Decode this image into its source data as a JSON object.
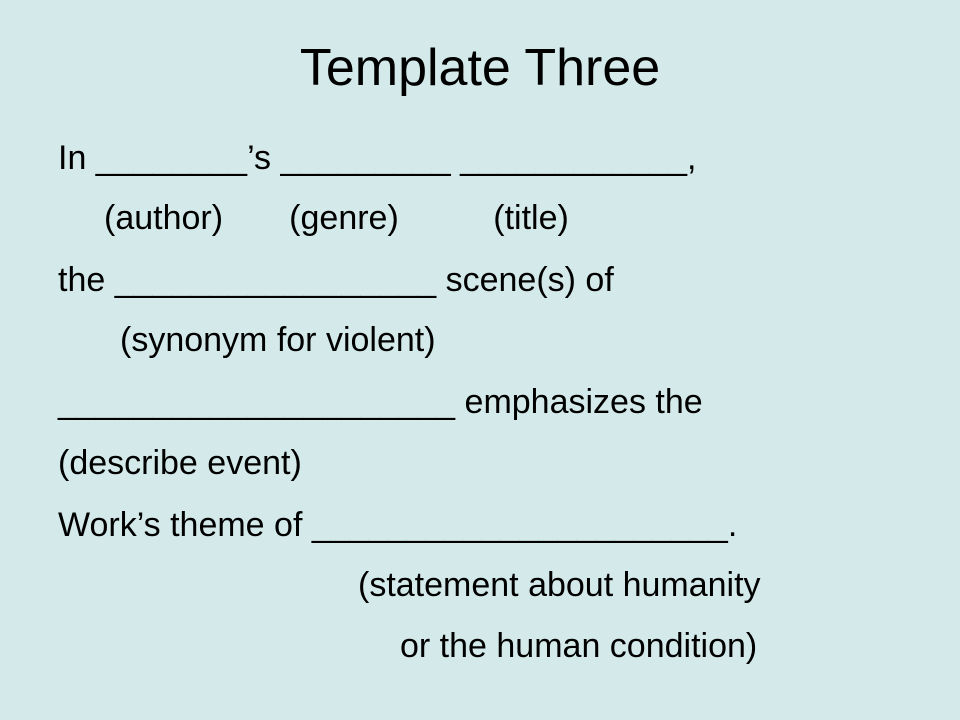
{
  "slide": {
    "title": "Template Three",
    "lines": [
      "In ________’s _________ ____________,",
      "(author)       (genre)          (title)",
      "the _________________ scene(s) of",
      "(synonym for violent)",
      "_____________________ emphasizes the",
      "(describe event)",
      "Work’s theme of ______________________.",
      "(statement about humanity",
      "or the human condition)"
    ]
  }
}
